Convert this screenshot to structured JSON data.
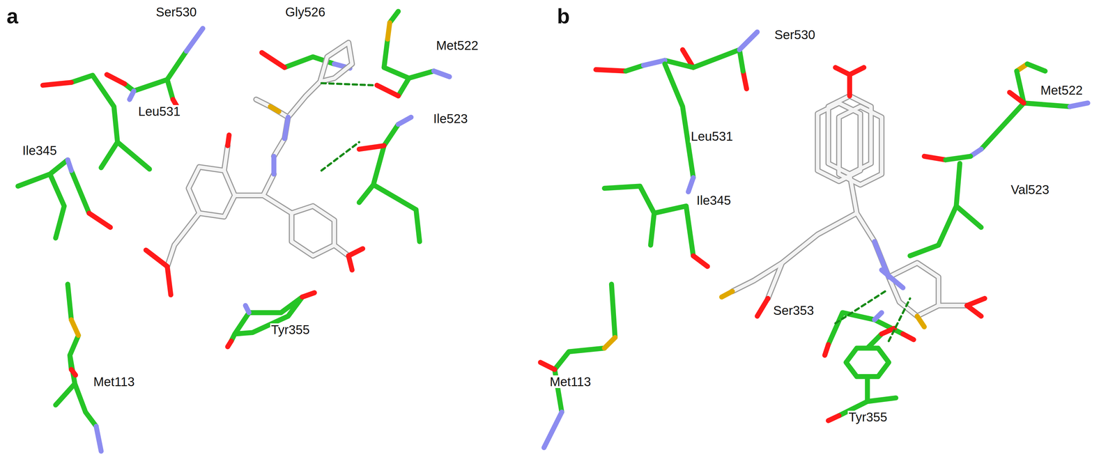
{
  "diagram": {
    "labels": [
      "a",
      "Ser530",
      "Gly526",
      "Met522",
      "Leu531",
      "Ile523",
      "Ile345",
      "Tyr355",
      "Met113",
      "b",
      "Ser530",
      "Met522",
      "Leu531",
      "Ile345",
      "Val523",
      "Ser353",
      "Tyr355",
      "Met113"
    ]
  }
}
